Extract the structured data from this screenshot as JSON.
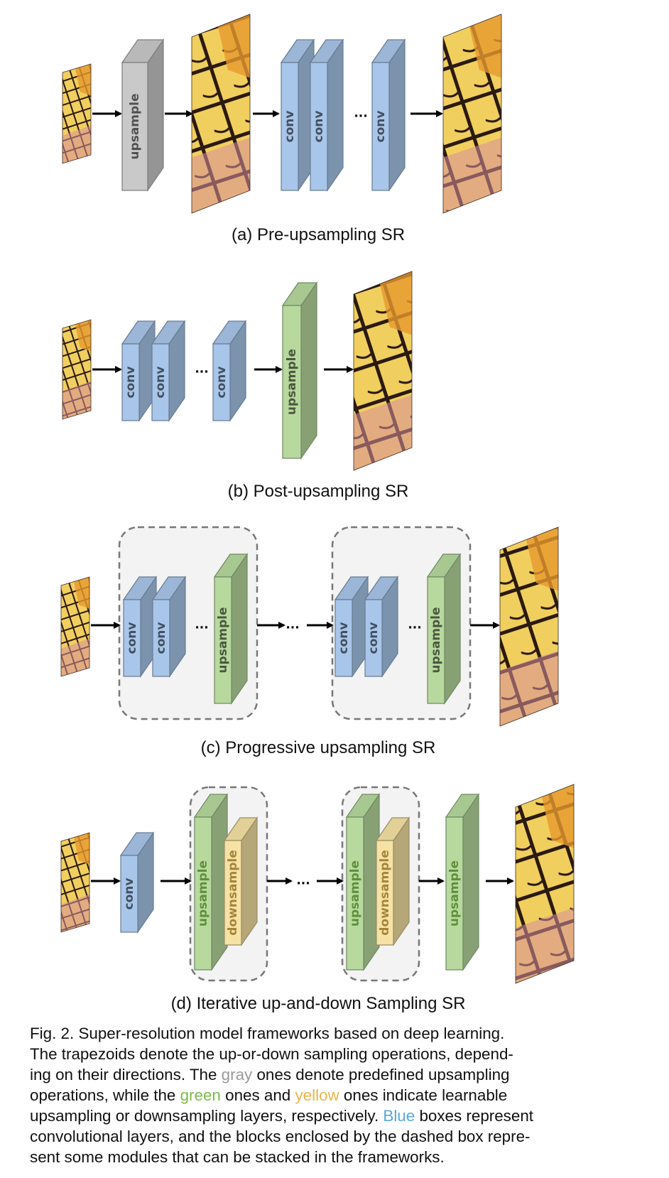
{
  "blocks": {
    "upsample_label": "upsample",
    "conv_label": "conv",
    "downsample_label": "downsample",
    "ellipsis": "···"
  },
  "colors": {
    "gray": "#c9c9c9",
    "blue": "#a8c6ea",
    "green": "#b7d99e",
    "yellow": "#f6e2a4",
    "text_gray": "#9a9a9a",
    "text_green": "#7dbb4c",
    "text_yellow": "#e9b54a",
    "text_blue": "#5aa7d6",
    "module_fill": "#f3f3f3",
    "module_border": "#777777"
  },
  "panels": {
    "a": {
      "caption": "(a) Pre-upsampling SR"
    },
    "b": {
      "caption": "(b) Post-upsampling SR"
    },
    "c": {
      "caption": "(c) Progressive upsampling SR"
    },
    "d": {
      "caption": "(d) Iterative up-and-down Sampling SR"
    }
  },
  "figure_caption": {
    "lines": [
      [
        {
          "text": "Fig. 2.  Super-resolution model frameworks based on deep learning."
        }
      ],
      [
        {
          "text": "The trapezoids denote the up-or-down sampling operations, depend-"
        }
      ],
      [
        {
          "text": "ing on their directions. The "
        },
        {
          "text": "gray",
          "color": "gray"
        },
        {
          "text": " ones denote predefined upsampling"
        }
      ],
      [
        {
          "text": "operations, while the "
        },
        {
          "text": "green",
          "color": "green"
        },
        {
          "text": " ones and "
        },
        {
          "text": "yellow",
          "color": "yellow"
        },
        {
          "text": " ones indicate learnable"
        }
      ],
      [
        {
          "text": "upsampling or downsampling layers, respectively. "
        },
        {
          "text": "Blue",
          "color": "blue"
        },
        {
          "text": " boxes represent"
        }
      ],
      [
        {
          "text": "convolutional layers, and the blocks enclosed by the dashed box repre-"
        }
      ],
      [
        {
          "text": "sent some modules that can be stacked in the frameworks."
        }
      ]
    ]
  }
}
